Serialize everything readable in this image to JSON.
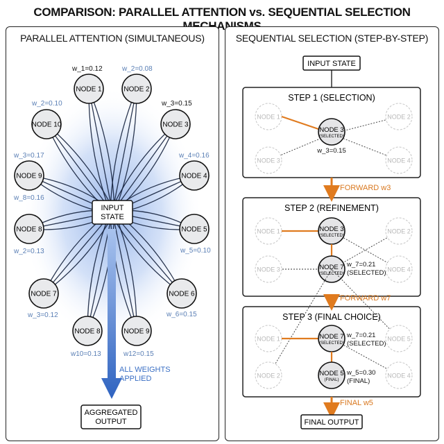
{
  "title": "COMPARISON: PARALLEL ATTENTION vs. SEQUENTIAL SELECTION MECHANISMS",
  "left": {
    "title": "PARALLEL ATTENTION (SIMULTANEOUS)",
    "center_label_1": "INPUT",
    "center_label_2": "STATE",
    "nodes": [
      {
        "label": "NODE 1",
        "weight": "w_1=0.12",
        "weight_style": "dark"
      },
      {
        "label": "NODE 2",
        "weight": "w_2=0.08",
        "weight_style": "blue"
      },
      {
        "label": "NODE 3",
        "weight": "w_3=0.15",
        "weight_style": "dark"
      },
      {
        "label": "NODE 4",
        "weight": "w_4=0.16",
        "weight_style": "blue"
      },
      {
        "label": "NODE 5",
        "weight": "w_5=0.10",
        "weight_style": "blue"
      },
      {
        "label": "NODE 6",
        "weight": "w_6=0.15",
        "weight_style": "blue"
      },
      {
        "label": "NODE 9",
        "weight": "w12=0.15",
        "weight_style": "blue"
      },
      {
        "label": "NODE 8",
        "weight": "w10=0.13",
        "weight_style": "blue"
      },
      {
        "label": "NODE 7",
        "weight": "w_3=0.12",
        "weight_style": "blue"
      },
      {
        "label": "NODE 8",
        "weight": "w_2=0.13",
        "weight_style": "blue"
      },
      {
        "label": "NODE 9",
        "weight": "w_3=0.17",
        "weight_style": "blue"
      },
      {
        "label": "NODE 10",
        "weight": "w_2=0.10",
        "weight_style": "blue"
      }
    ],
    "extra_weight": "w_8=0.16",
    "arrow_label_1": "ALL WEIGHTS",
    "arrow_label_2": "APPLIED",
    "output_1": "AGGREGATED",
    "output_2": "OUTPUT"
  },
  "right": {
    "title": "SEQUENTIAL SELECTION (STEP-BY-STEP)",
    "input": "INPUT STATE",
    "steps": [
      {
        "title": "STEP 1 (SELECTION)",
        "ghosts": [
          "NODE 1",
          "NODE 2",
          "NODE 3",
          "NODE 4"
        ],
        "selected": "NODE 3",
        "selected_sub": "(SELECTED)",
        "weight": "w_3=0.15"
      },
      {
        "title": "STEP 2 (REFINEMENT)",
        "ghosts": [
          "NODE 1",
          "NODE 2",
          "NODE 3",
          "NODE 4"
        ],
        "selected": "NODE 3",
        "selected_sub": "(SELECTED)",
        "second": "NODE 7",
        "second_sub": "(SELECTED)",
        "weight": "w_7=0.21",
        "weight_note": "(SELECTED)"
      },
      {
        "title": "STEP 3 (FINAL CHOICE)",
        "ghosts": [
          "NODE 1",
          "NODE 5",
          "NODE 2",
          "NODE 4"
        ],
        "selected": "NODE 7",
        "selected_sub": "(SELECTED)",
        "second": "NODE 5",
        "second_sub": "(FINAL)",
        "weight": "w_7=0.21",
        "weight_note": "(SELECTED)",
        "weight2": "w_5=0.30",
        "weight2_note": "(FINAL)"
      }
    ],
    "forward": [
      "FORWARD w3",
      "FORWARD w7",
      "FINAL w5"
    ],
    "output": "FINAL OUTPUT"
  },
  "colors": {
    "accent_orange": "#e07b1f",
    "accent_blue": "#3a6fc4",
    "glow_blue": "#7fa6e6",
    "node_fill": "#e9eaec"
  }
}
